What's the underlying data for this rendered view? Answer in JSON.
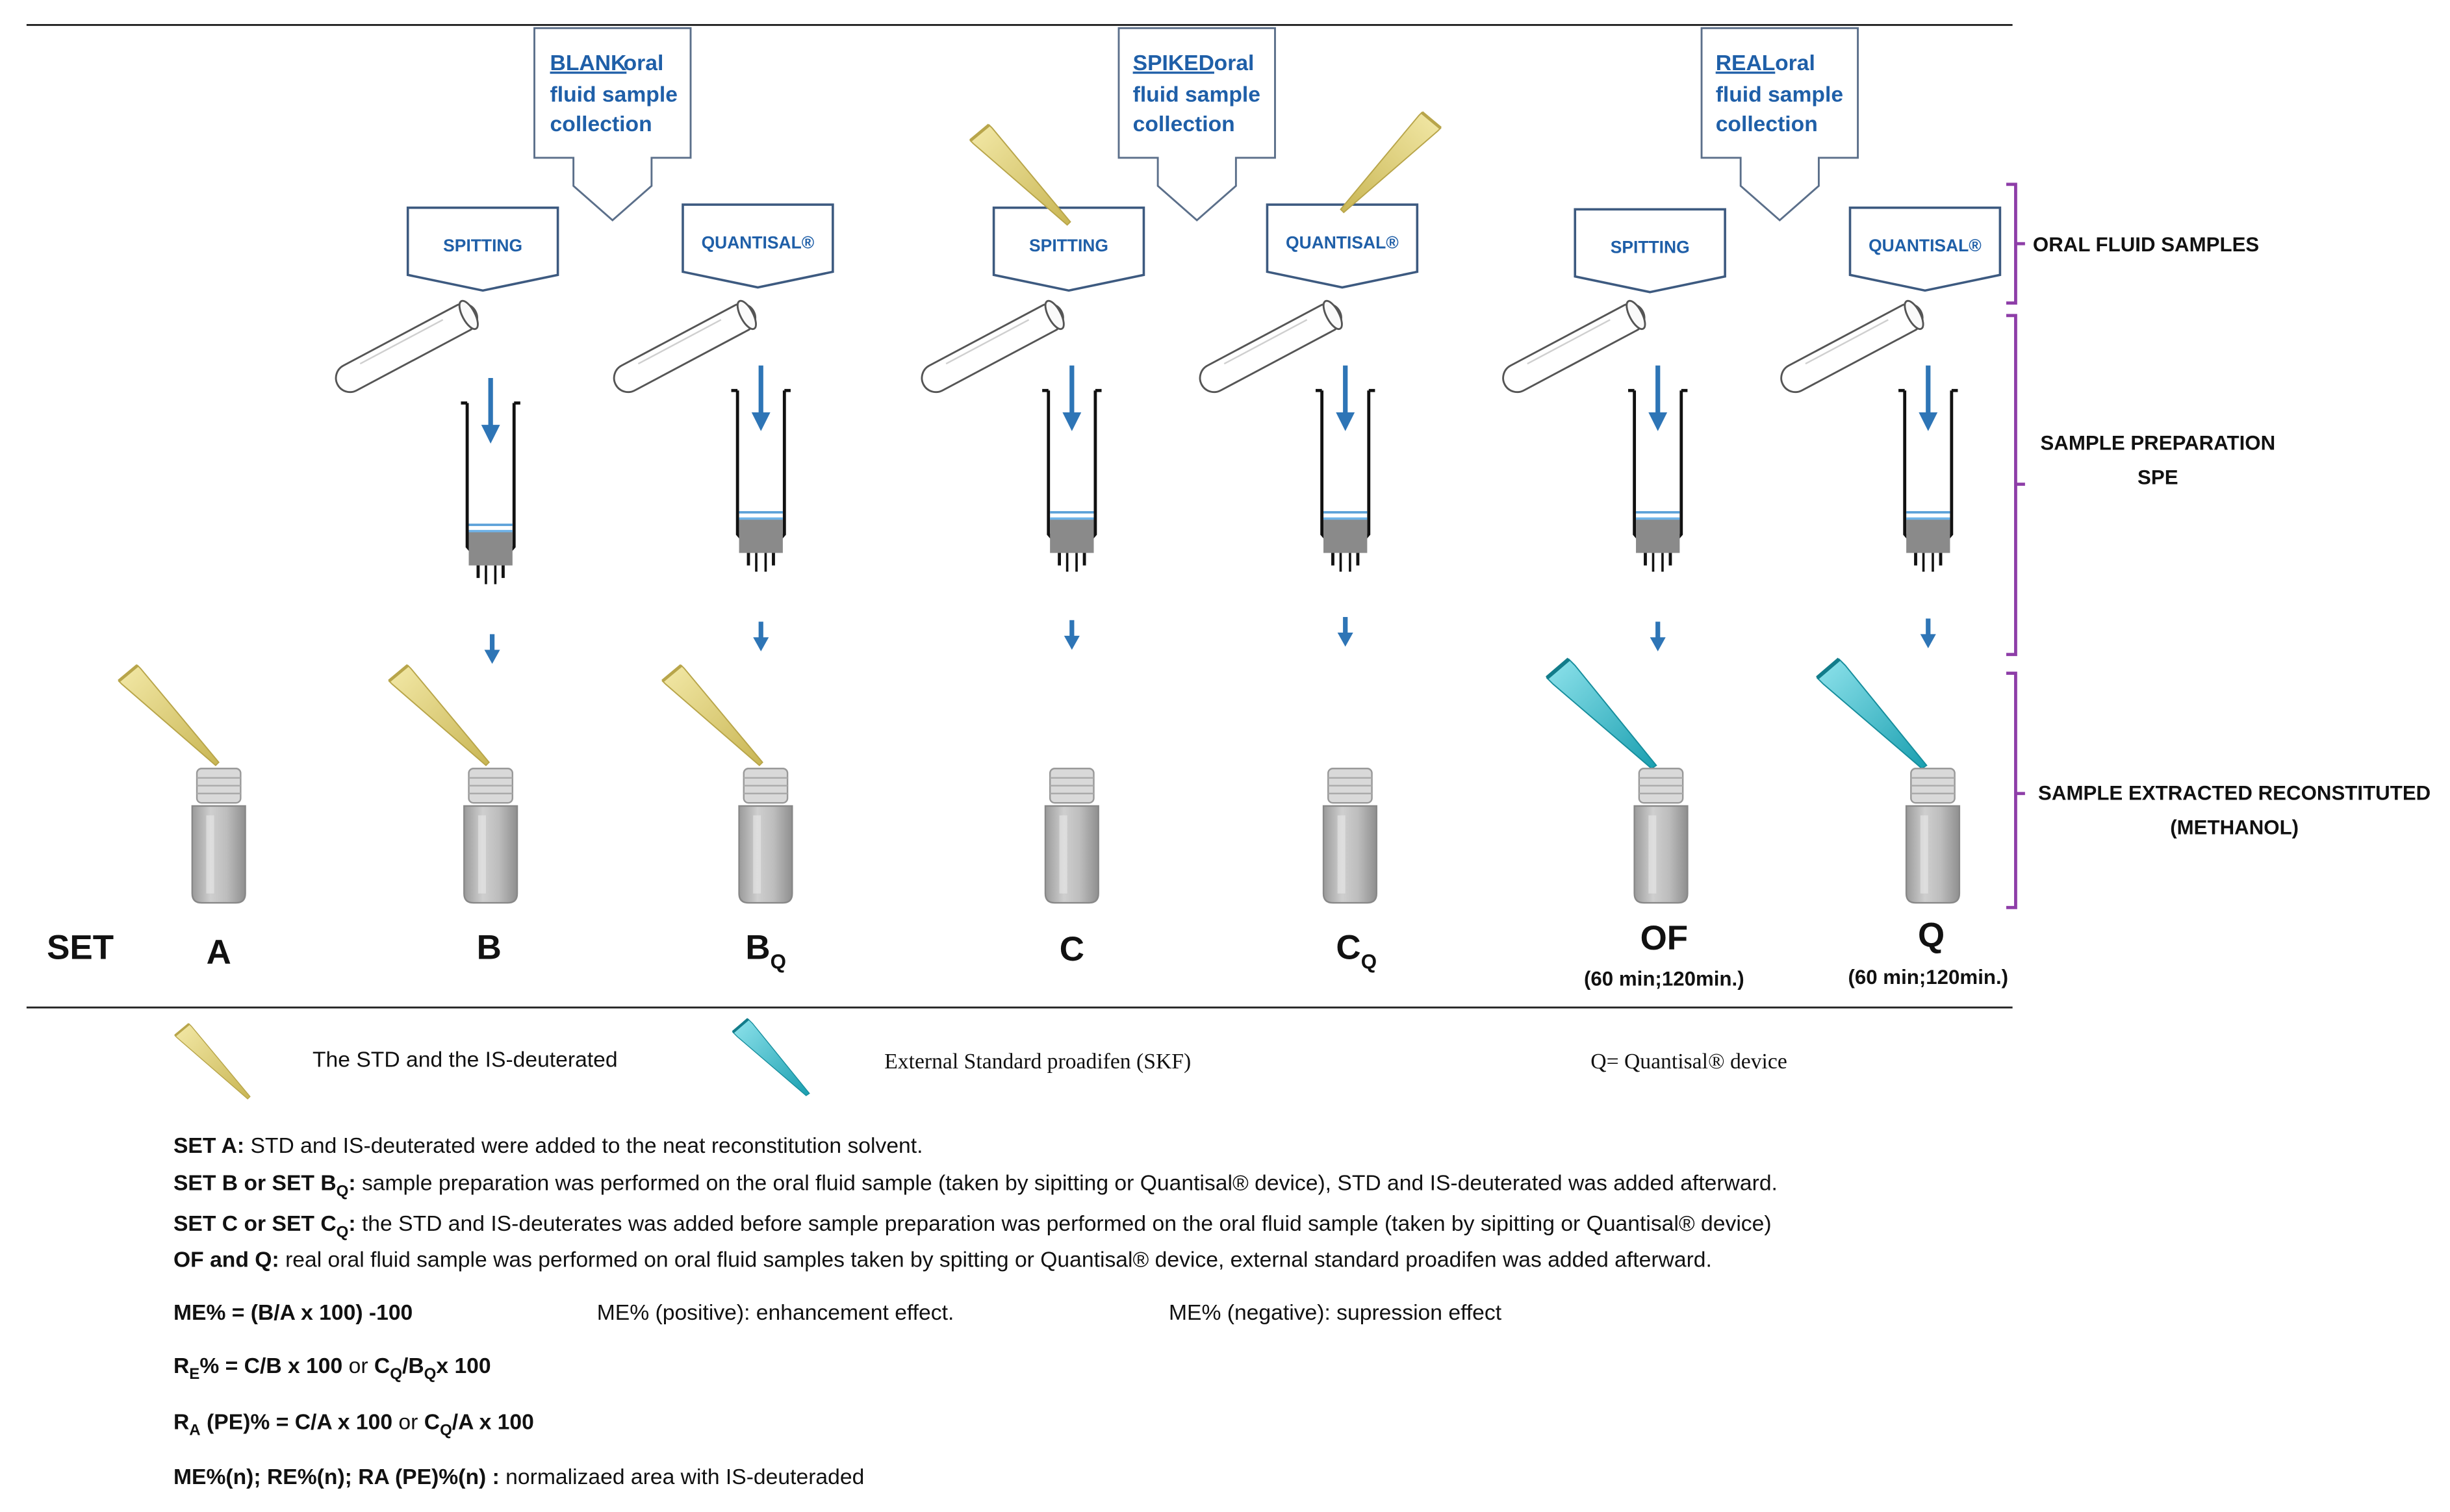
{
  "collection_boxes": [
    {
      "highlight": "BLANK",
      "rest_line1": "oral",
      "line2": "fluid sample",
      "line3": "collection"
    },
    {
      "highlight": "SPIKED",
      "rest_line1": "oral",
      "line2": "fluid sample",
      "line3": "collection"
    },
    {
      "highlight": "REAL",
      "rest_line1": "oral",
      "line2": "fluid sample",
      "line3": "collection"
    }
  ],
  "method_labels": [
    "SPITTING",
    "QUANTISAL®",
    "SPITTING",
    "QUANTISAL®",
    "SPITTING",
    "QUANTISAL®"
  ],
  "stages": {
    "oral_fluid": "ORAL FLUID SAMPLES",
    "sample_prep_line1": "SAMPLE PREPARATION",
    "sample_prep_line2": "SPE",
    "extracted_line1": "SAMPLE EXTRACTED RECONSTITUTED",
    "extracted_line2": "(METHANOL)"
  },
  "set_row": {
    "set_label": "SET",
    "A": "A",
    "B": "B",
    "BQ_main": "B",
    "BQ_sub": "Q",
    "C": "C",
    "CQ_main": "C",
    "CQ_sub": "Q",
    "OF": "OF",
    "OF_time": "(60 min;120min.)",
    "Q": "Q",
    "Q_time": "(60 min;120min.)"
  },
  "legend": {
    "std_text": "The STD and the IS-deuterated",
    "ext_text": "External Standard proadifen (SKF)",
    "q_text": "Q= Quantisal® device"
  },
  "notes": {
    "setA_bold": "SET A:",
    "setA_text": "STD and IS-deuterated were added to the neat reconstitution solvent.",
    "setB_bold_a": "SET B or SET B",
    "setB_bold_sub": "Q",
    "setB_bold_b": ":",
    "setB_text": "sample preparation was performed on the oral fluid sample (taken by sipitting or Quantisal® device), STD and IS-deuterated was added afterward.",
    "setC_bold_a": "SET C or SET C",
    "setC_bold_sub": "Q",
    "setC_bold_b": ":",
    "setC_text": "the STD and IS-deuterates was added before sample preparation was performed on the oral fluid sample (taken by sipitting or Quantisal® device)",
    "ofq_bold": "OF and Q:",
    "ofq_text": "real oral fluid sample was performed on oral fluid samples taken by spitting or Quantisal® device, external standard proadifen was added afterward."
  },
  "formulas": {
    "me": "ME% = (B/A x 100) -100",
    "me_pos": "ME% (positive): enhancement effect.",
    "me_neg": "ME% (negative): supression effect",
    "re_a": "R",
    "re_sub": "E",
    "re_b": "% = C/B x 100",
    "re_or": "or",
    "re_c": "C",
    "re_c_sub": "Q",
    "re_d": "/B",
    "re_d_sub": "Q",
    "re_e": "x 100",
    "ra_a": "R",
    "ra_sub": "A",
    "ra_b": "(PE)% = C/A x 100",
    "ra_or": "or",
    "ra_c": "C",
    "ra_c_sub": "Q",
    "ra_d": "/A x 100",
    "norm_bold": "ME%(n);  RE%(n); RA (PE)%(n) :",
    "norm_text": "normalizaed area with IS-deuteraded"
  },
  "colors": {
    "accent_blue": "#1f5fa8",
    "bracket_purple": "#8e3ea8",
    "arrow_blue": "#2e75b6",
    "tip_yellow": "#e6d77a",
    "tip_teal": "#2bb7c6"
  }
}
